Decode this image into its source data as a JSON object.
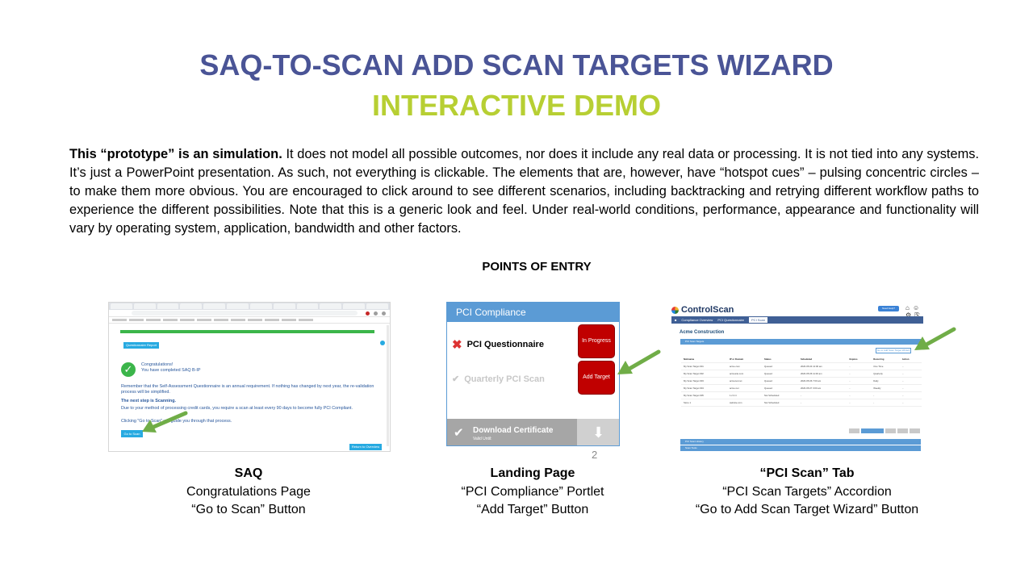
{
  "title": "SAQ-TO-SCAN ADD SCAN TARGETS WIZARD",
  "subtitle": "INTERACTIVE DEMO",
  "intro": {
    "lead": "This “prototype” is an simulation.",
    "body": " It does not model all possible outcomes, nor does it include any real data or processing. It is not tied into any systems. It’s just a PowerPoint presentation. As such, not everything is clickable. The elements that are, however, have “hotspot cues” – pulsing concentric circles – to make them more obvious. You are encouraged to click around to see different scenarios, including backtracking and retrying different workflow paths to experience the different possibilities. Note that this is a generic look and feel. Under real-world conditions, performance, appearance and functionality will vary by operating system, application, bandwidth and other factors."
  },
  "points_heading": "POINTS OF ENTRY",
  "slide_number": "2",
  "colors": {
    "title": "#4a5496",
    "subtitle": "#b7cf33",
    "arrow": "#70ad47",
    "portlet_blue": "#5b9bd5",
    "button_red": "#c00000"
  },
  "saq": {
    "questionnaire_report": "Questionnaire Report",
    "congrats_1": "Congratulations!",
    "congrats_2": "You have completed SAQ B-IP",
    "reminder": "Remember that the Self-Assessment Questionnaire is an annual requirement. If nothing has changed by next year, the re-validation process will be simplified.",
    "next_step": "The next step is Scanning.",
    "due": "Due to your method of processing credit cards, you require a scan at least every 90 days to become fully PCI Compliant.",
    "clicking": "Clicking \"Go to Scan\" will guide you through that process.",
    "go_to_scan": "Go to Scan",
    "return_overview": "Return to Overview",
    "caption": {
      "title": "SAQ",
      "line1": "Congratulations Page",
      "line2": "“Go to Scan” Button"
    }
  },
  "landing": {
    "header": "PCI Compliance",
    "questionnaire": "PCI Questionnaire",
    "in_progress": "In Progress",
    "quarterly_scan": "Quarterly PCI Scan",
    "add_target": "Add Target",
    "download": "Download Certificate",
    "valid_until": "Valid Until:",
    "caption": {
      "title": "Landing Page",
      "line1": "“PCI Compliance” Portlet",
      "line2": "“Add Target” Button"
    }
  },
  "pci": {
    "logo": "ControlScan",
    "help_button": "Need Help?",
    "nav": [
      "Compliance Overview",
      "PCI Questionnaire",
      "PCI Scan"
    ],
    "company": "Acme Construction",
    "accordion": "PCI Scan Targets",
    "wizard_button": "Go to Add Scan Target Wizard",
    "columns": [
      "Nickname",
      "IP or Domain",
      "Status",
      "Scheduled",
      "Expires",
      "Recurring",
      "Action"
    ],
    "rows": [
      [
        "My Scan Target 001",
        "acme.com",
        "Queued",
        "2020-05-04 12:00 am",
        "-",
        "One Time",
        "..."
      ],
      [
        "My Scan Target 002",
        "acmesite.com",
        "Queued",
        "2020-05-06 11:00 am",
        "-",
        "Quarterly",
        "..."
      ],
      [
        "My Scan Target 003",
        "acmenet.net",
        "Queued",
        "2020-05-06 7:00 am",
        "-",
        "Daily",
        "..."
      ],
      [
        "My Scan Target 004",
        "acme.net",
        "Queued",
        "2020-05-07 3:00 am",
        "-",
        "Weekly",
        "..."
      ],
      [
        "My Scan Target 005",
        "1.2.3.4",
        "Not Scheduled",
        "-",
        "-",
        "-",
        "..."
      ],
      [
        "Store 1",
        "website.com",
        "Not Scheduled",
        "-",
        "-",
        "-",
        "..."
      ]
    ],
    "accordion_2": "PCI Scan History",
    "accordion_3": "Scan Tools",
    "caption": {
      "title": "“PCI Scan” Tab",
      "line1": "“PCI Scan Targets” Accordion",
      "line2": "“Go to Add Scan Target Wizard” Button"
    }
  }
}
